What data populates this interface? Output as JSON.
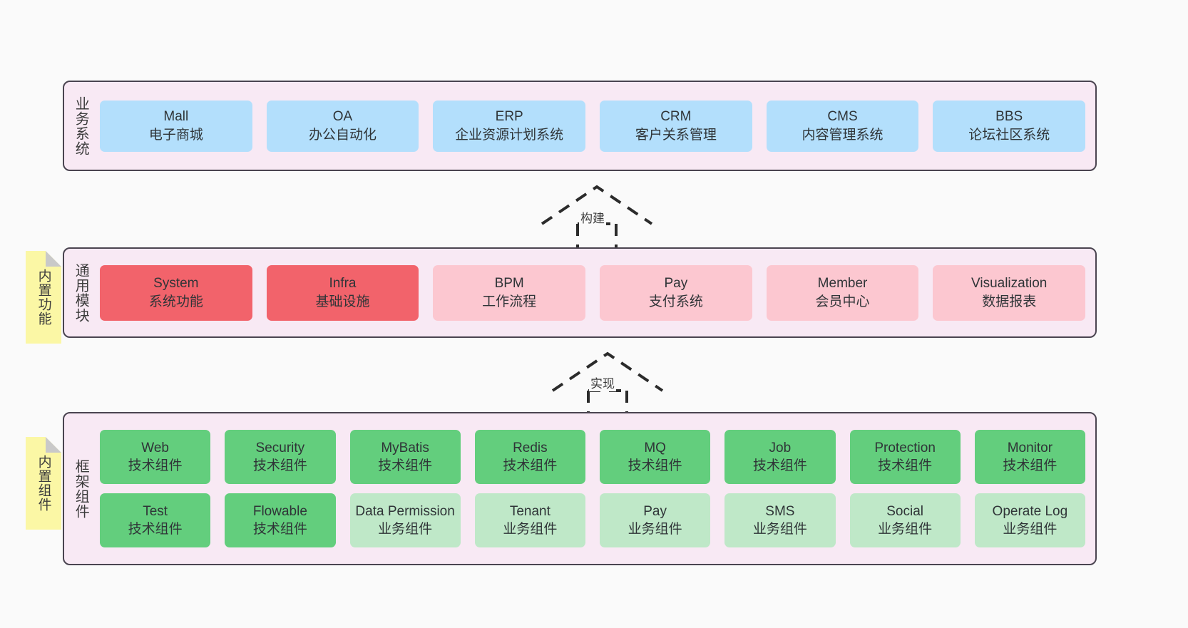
{
  "diagram": {
    "background_color": "#fafafa",
    "layer_fill": "#f8e9f4",
    "layer_border": "#4a4450",
    "note_color": "#fbf7a5"
  },
  "layers": [
    {
      "id": "business",
      "title": "业务系统",
      "rows": [
        {
          "cells": [
            {
              "name": "Mall",
              "sub": "电子商城",
              "color": "#b3dffc",
              "style": "c-blue"
            },
            {
              "name": "OA",
              "sub": "办公自动化",
              "color": "#b3dffc",
              "style": "c-blue"
            },
            {
              "name": "ERP",
              "sub": "企业资源计划系统",
              "color": "#b3dffc",
              "style": "c-blue"
            },
            {
              "name": "CRM",
              "sub": "客户关系管理",
              "color": "#b3dffc",
              "style": "c-blue"
            },
            {
              "name": "CMS",
              "sub": "内容管理系统",
              "color": "#b3dffc",
              "style": "c-blue"
            },
            {
              "name": "BBS",
              "sub": "论坛社区系统",
              "color": "#b3dffc",
              "style": "c-blue"
            }
          ]
        }
      ]
    },
    {
      "id": "modules",
      "title": "通用模块",
      "note": "内置功能",
      "rows": [
        {
          "cells": [
            {
              "name": "System",
              "sub": "系统功能",
              "color": "#f2636b",
              "style": "c-red"
            },
            {
              "name": "Infra",
              "sub": "基础设施",
              "color": "#f2636b",
              "style": "c-red"
            },
            {
              "name": "BPM",
              "sub": "工作流程",
              "color": "#fcc7d0",
              "style": "c-pink"
            },
            {
              "name": "Pay",
              "sub": "支付系统",
              "color": "#fcc7d0",
              "style": "c-pink"
            },
            {
              "name": "Member",
              "sub": "会员中心",
              "color": "#fcc7d0",
              "style": "c-pink"
            },
            {
              "name": "Visualization",
              "sub": "数据报表",
              "color": "#fcc7d0",
              "style": "c-pink"
            }
          ]
        }
      ]
    },
    {
      "id": "framework",
      "title": "框架组件",
      "note": "内置组件",
      "rows": [
        {
          "cells": [
            {
              "name": "Web",
              "sub": "技术组件",
              "color": "#63ce7d",
              "style": "c-green"
            },
            {
              "name": "Security",
              "sub": "技术组件",
              "color": "#63ce7d",
              "style": "c-green"
            },
            {
              "name": "MyBatis",
              "sub": "技术组件",
              "color": "#63ce7d",
              "style": "c-green"
            },
            {
              "name": "Redis",
              "sub": "技术组件",
              "color": "#63ce7d",
              "style": "c-green"
            },
            {
              "name": "MQ",
              "sub": "技术组件",
              "color": "#63ce7d",
              "style": "c-green"
            },
            {
              "name": "Job",
              "sub": "技术组件",
              "color": "#63ce7d",
              "style": "c-green"
            },
            {
              "name": "Protection",
              "sub": "技术组件",
              "color": "#63ce7d",
              "style": "c-green"
            },
            {
              "name": "Monitor",
              "sub": "技术组件",
              "color": "#63ce7d",
              "style": "c-green"
            }
          ]
        },
        {
          "cells": [
            {
              "name": "Test",
              "sub": "技术组件",
              "color": "#63ce7d",
              "style": "c-green"
            },
            {
              "name": "Flowable",
              "sub": "技术组件",
              "color": "#63ce7d",
              "style": "c-green"
            },
            {
              "name": "Data Permission",
              "sub": "业务组件",
              "color": "#bfe8c8",
              "style": "c-lightgreen"
            },
            {
              "name": "Tenant",
              "sub": "业务组件",
              "color": "#bfe8c8",
              "style": "c-lightgreen"
            },
            {
              "name": "Pay",
              "sub": "业务组件",
              "color": "#bfe8c8",
              "style": "c-lightgreen"
            },
            {
              "name": "SMS",
              "sub": "业务组件",
              "color": "#bfe8c8",
              "style": "c-lightgreen"
            },
            {
              "name": "Social",
              "sub": "业务组件",
              "color": "#bfe8c8",
              "style": "c-lightgreen"
            },
            {
              "name": "Operate Log",
              "sub": "业务组件",
              "color": "#bfe8c8",
              "style": "c-lightgreen"
            }
          ]
        }
      ]
    }
  ],
  "connectors": [
    {
      "id": "build",
      "label": "构建",
      "from": "modules",
      "to": "business"
    },
    {
      "id": "impl",
      "label": "实现",
      "from": "framework",
      "to": "modules"
    }
  ],
  "notes": [
    {
      "id": "builtin-function",
      "label": "内置功能"
    },
    {
      "id": "builtin-component",
      "label": "内置组件"
    }
  ]
}
